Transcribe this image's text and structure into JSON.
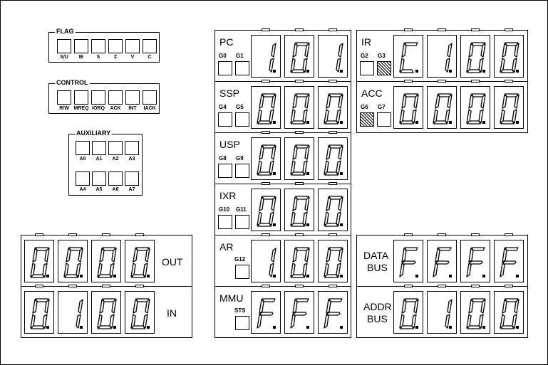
{
  "flag": {
    "title": "FLAG",
    "labels": [
      "S/U",
      "IE",
      "S",
      "Z",
      "V",
      "C"
    ]
  },
  "control": {
    "title": "CONTROL",
    "labels": [
      "R/W",
      "MREQ",
      "IORQ",
      "ACK",
      "INT",
      "IACK"
    ]
  },
  "auxiliary": {
    "title": "AUXILIARY",
    "labels": [
      "A0",
      "A1",
      "A2",
      "A3",
      "A4",
      "A5",
      "A6",
      "A7"
    ]
  },
  "io": {
    "out": {
      "label": "OUT",
      "digits": [
        "0.",
        "0.",
        "0.",
        "0."
      ]
    },
    "in": {
      "label": "IN",
      "digits": [
        "0.",
        "1.",
        "0.",
        "0."
      ]
    }
  },
  "registers": {
    "pc": {
      "name": "PC",
      "leds": [
        {
          "label": "G0",
          "on": false
        },
        {
          "label": "G1",
          "on": false
        }
      ],
      "digits": [
        "1.",
        "0.",
        "1."
      ]
    },
    "ssp": {
      "name": "SSP",
      "leds": [
        {
          "label": "G4",
          "on": false
        },
        {
          "label": "G5",
          "on": false
        }
      ],
      "digits": [
        "0.",
        "0.",
        "0."
      ]
    },
    "usp": {
      "name": "USP",
      "leds": [
        {
          "label": "G8",
          "on": false
        },
        {
          "label": "G9",
          "on": false
        }
      ],
      "digits": [
        "0.",
        "0.",
        "0."
      ]
    },
    "ixr": {
      "name": "IXR",
      "leds": [
        {
          "label": "G10",
          "on": false
        },
        {
          "label": "G11",
          "on": false
        }
      ],
      "digits": [
        "0.",
        "0.",
        "0."
      ]
    },
    "ar": {
      "name": "AR",
      "leds": [
        {
          "label": "G12",
          "on": false
        }
      ],
      "digits": [
        "1.",
        "0.",
        "0."
      ]
    },
    "mmu": {
      "name": "MMU",
      "leds": [
        {
          "label": "STS",
          "on": false
        }
      ],
      "digits": [
        "F.",
        "F.",
        "F."
      ]
    },
    "ir": {
      "name": "IR",
      "leds": [
        {
          "label": "G2",
          "on": false
        },
        {
          "label": "G3",
          "on": true
        }
      ],
      "digits": [
        "C.",
        "1.",
        "0.",
        "0."
      ]
    },
    "acc": {
      "name": "ACC",
      "leds": [
        {
          "label": "G6",
          "on": true
        },
        {
          "label": "G7",
          "on": false
        }
      ],
      "digits": [
        "0.",
        "0.",
        "0.",
        "0."
      ]
    }
  },
  "bus": {
    "data": {
      "label_line1": "DATA",
      "label_line2": "BUS",
      "digits": [
        "F.",
        "F.",
        "F.",
        "F."
      ]
    },
    "addr": {
      "label_line1": "ADDR",
      "label_line2": "BUS",
      "digits": [
        "0.",
        "1.",
        "0.",
        "0."
      ]
    }
  }
}
